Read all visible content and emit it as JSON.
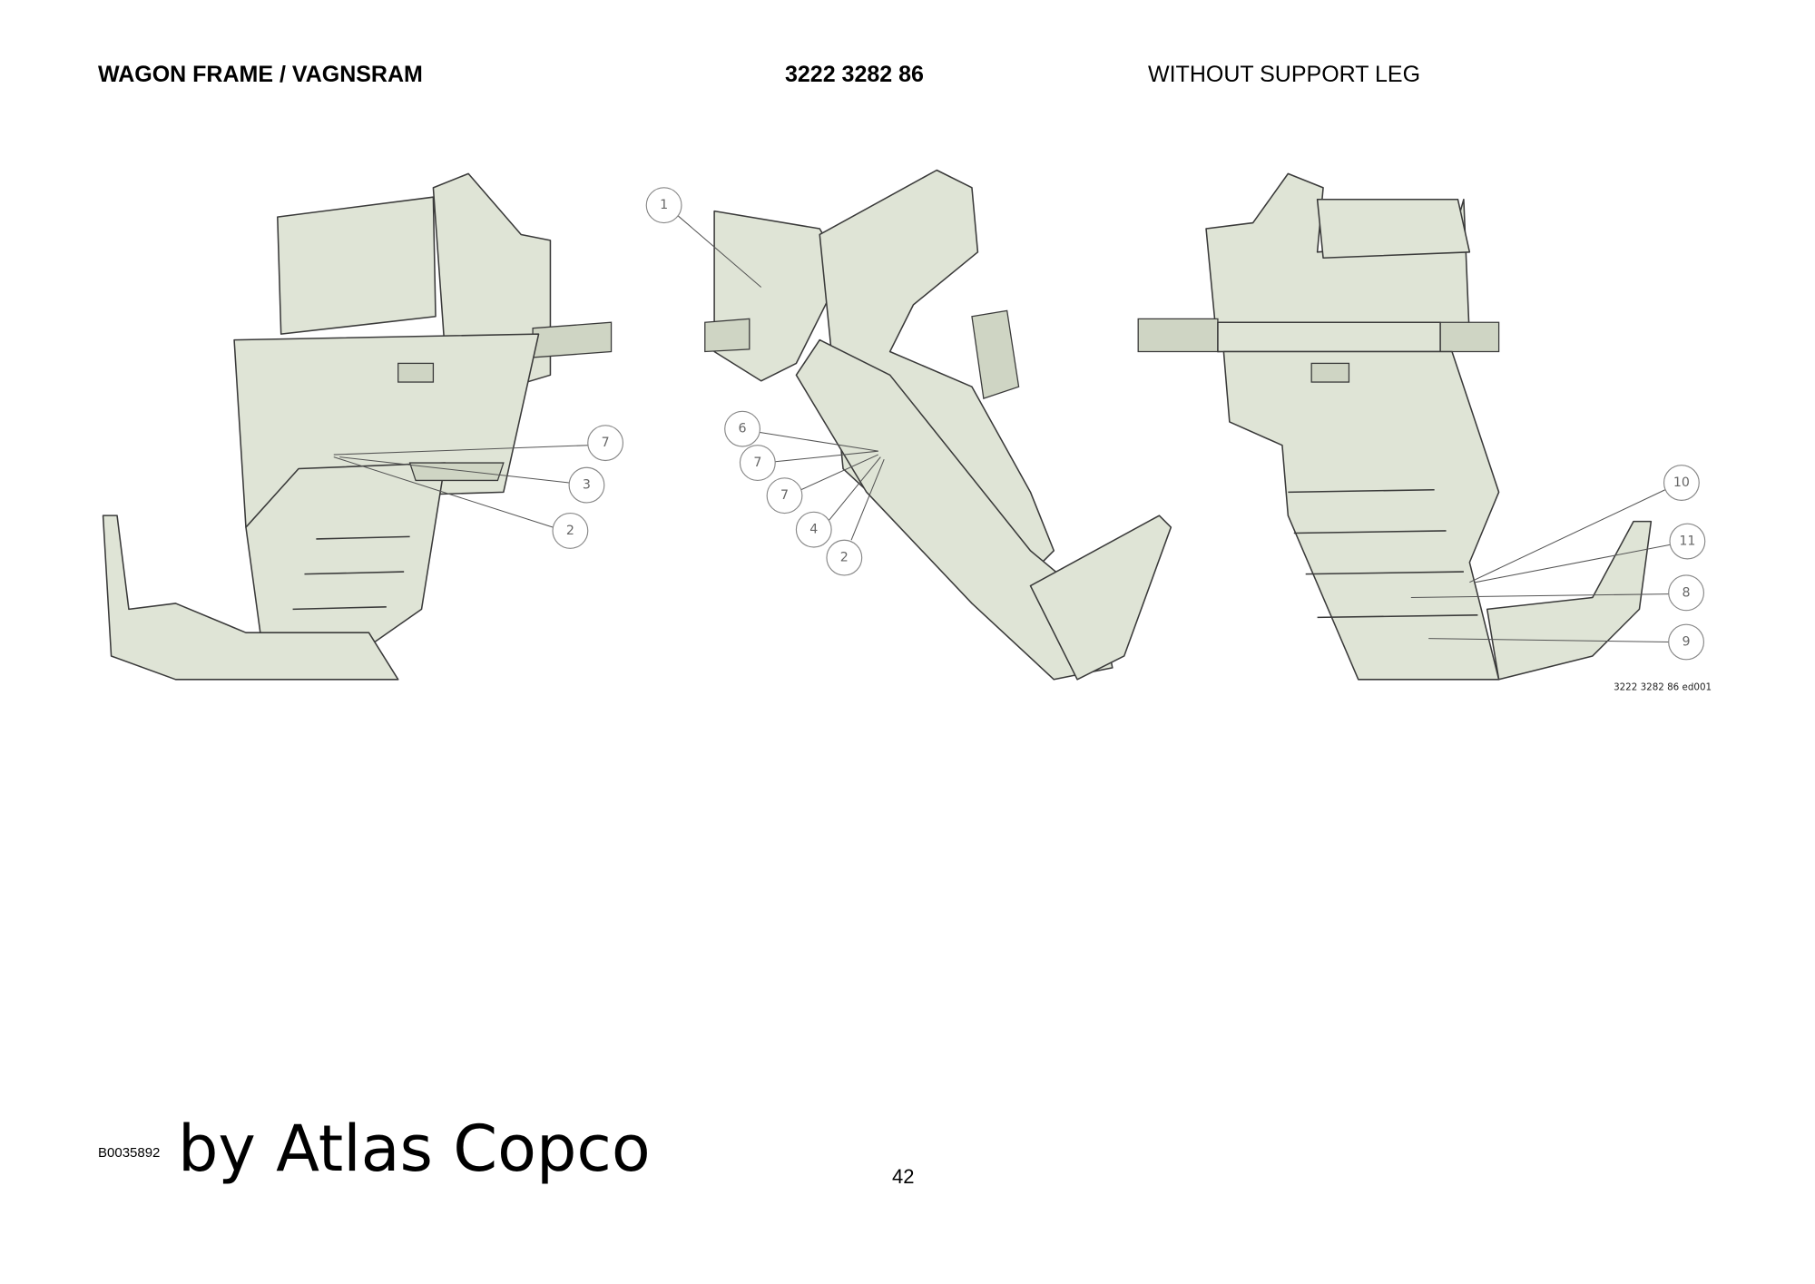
{
  "header": {
    "title": "WAGON FRAME / VAGNSRAM",
    "part_number": "3222 3282 86",
    "variant": "WITHOUT SUPPORT LEG"
  },
  "drawing": {
    "reference": "3222 3282 86 ed001",
    "callouts": {
      "left": [
        "7",
        "3",
        "2"
      ],
      "middle": [
        "1",
        "6",
        "7",
        "7",
        "4",
        "2"
      ],
      "right": [
        "10",
        "11",
        "8",
        "9"
      ]
    }
  },
  "footer": {
    "doc_id": "B0035892",
    "brand": "by Atlas Copco",
    "page_number": "42"
  }
}
